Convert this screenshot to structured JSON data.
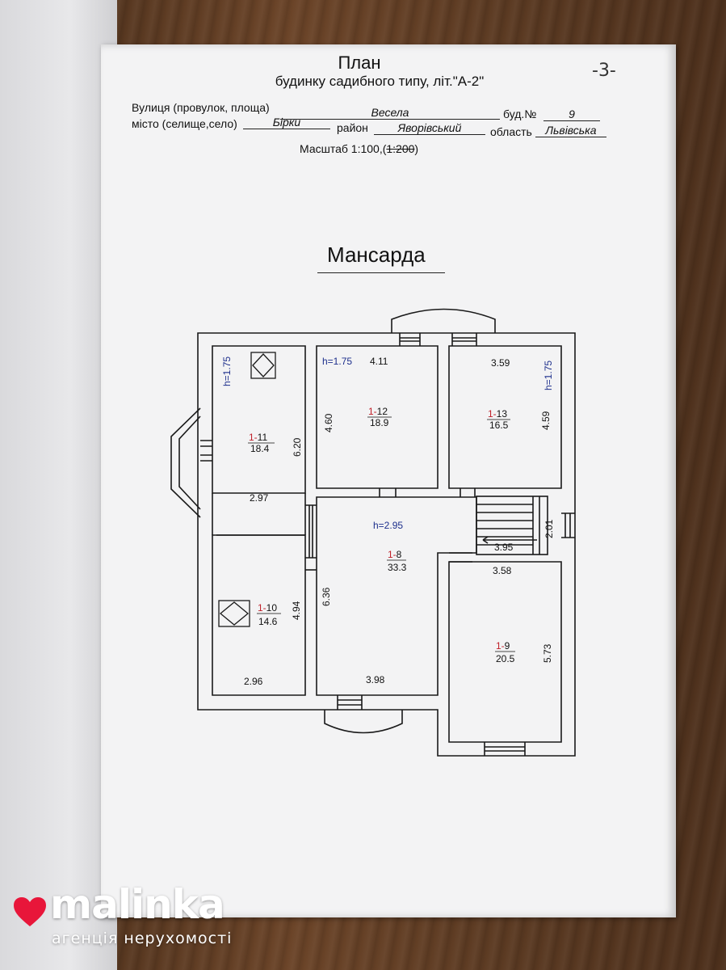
{
  "document": {
    "page_number": "-3-",
    "title": "План",
    "subtitle": "будинку садибного типу, літ.\"А-2\"",
    "street_label": "Вулиця (провулок, площа)",
    "street_value": "Весела",
    "building_label": "буд.№",
    "building_value": "9",
    "city_label": "місто (селище,село)",
    "city_value": "Бірки",
    "district_label": "район",
    "district_value": "Яворівський",
    "region_label": "область",
    "region_value": "Львівська",
    "scale_label": "Масштаб 1:100,(",
    "scale_struck": "1:200",
    "scale_close": ")",
    "floor_heading": "Мансарда"
  },
  "plan": {
    "rooms": [
      {
        "prefix": "1-",
        "num": "11",
        "area": "18.4"
      },
      {
        "prefix": "1-",
        "num": "12",
        "area": "18.9"
      },
      {
        "prefix": "1-",
        "num": "13",
        "area": "16.5"
      },
      {
        "prefix": "1-",
        "num": "8",
        "area": "33.3"
      },
      {
        "prefix": "1-",
        "num": "10",
        "area": "14.6"
      },
      {
        "prefix": "1-",
        "num": "9",
        "area": "20.5"
      }
    ],
    "dimensions": [
      "6.20",
      "2.97",
      "4.60",
      "4.11",
      "3.59",
      "4.59",
      "2.01",
      "3.95",
      "3.58",
      "6.36",
      "4.94",
      "2.96",
      "3.98",
      "5.73"
    ],
    "heights": [
      "h=1.75",
      "h=1.75",
      "h=1.75",
      "h=2.95"
    ],
    "colors": {
      "room_number": "#c0202a",
      "height_label": "#1d2f8c",
      "ink": "#111111"
    }
  },
  "watermark": {
    "brand": "malinka",
    "tagline": "агенція нерухомості",
    "heart_color": "#e8163a",
    "icon": "heart-icon"
  }
}
